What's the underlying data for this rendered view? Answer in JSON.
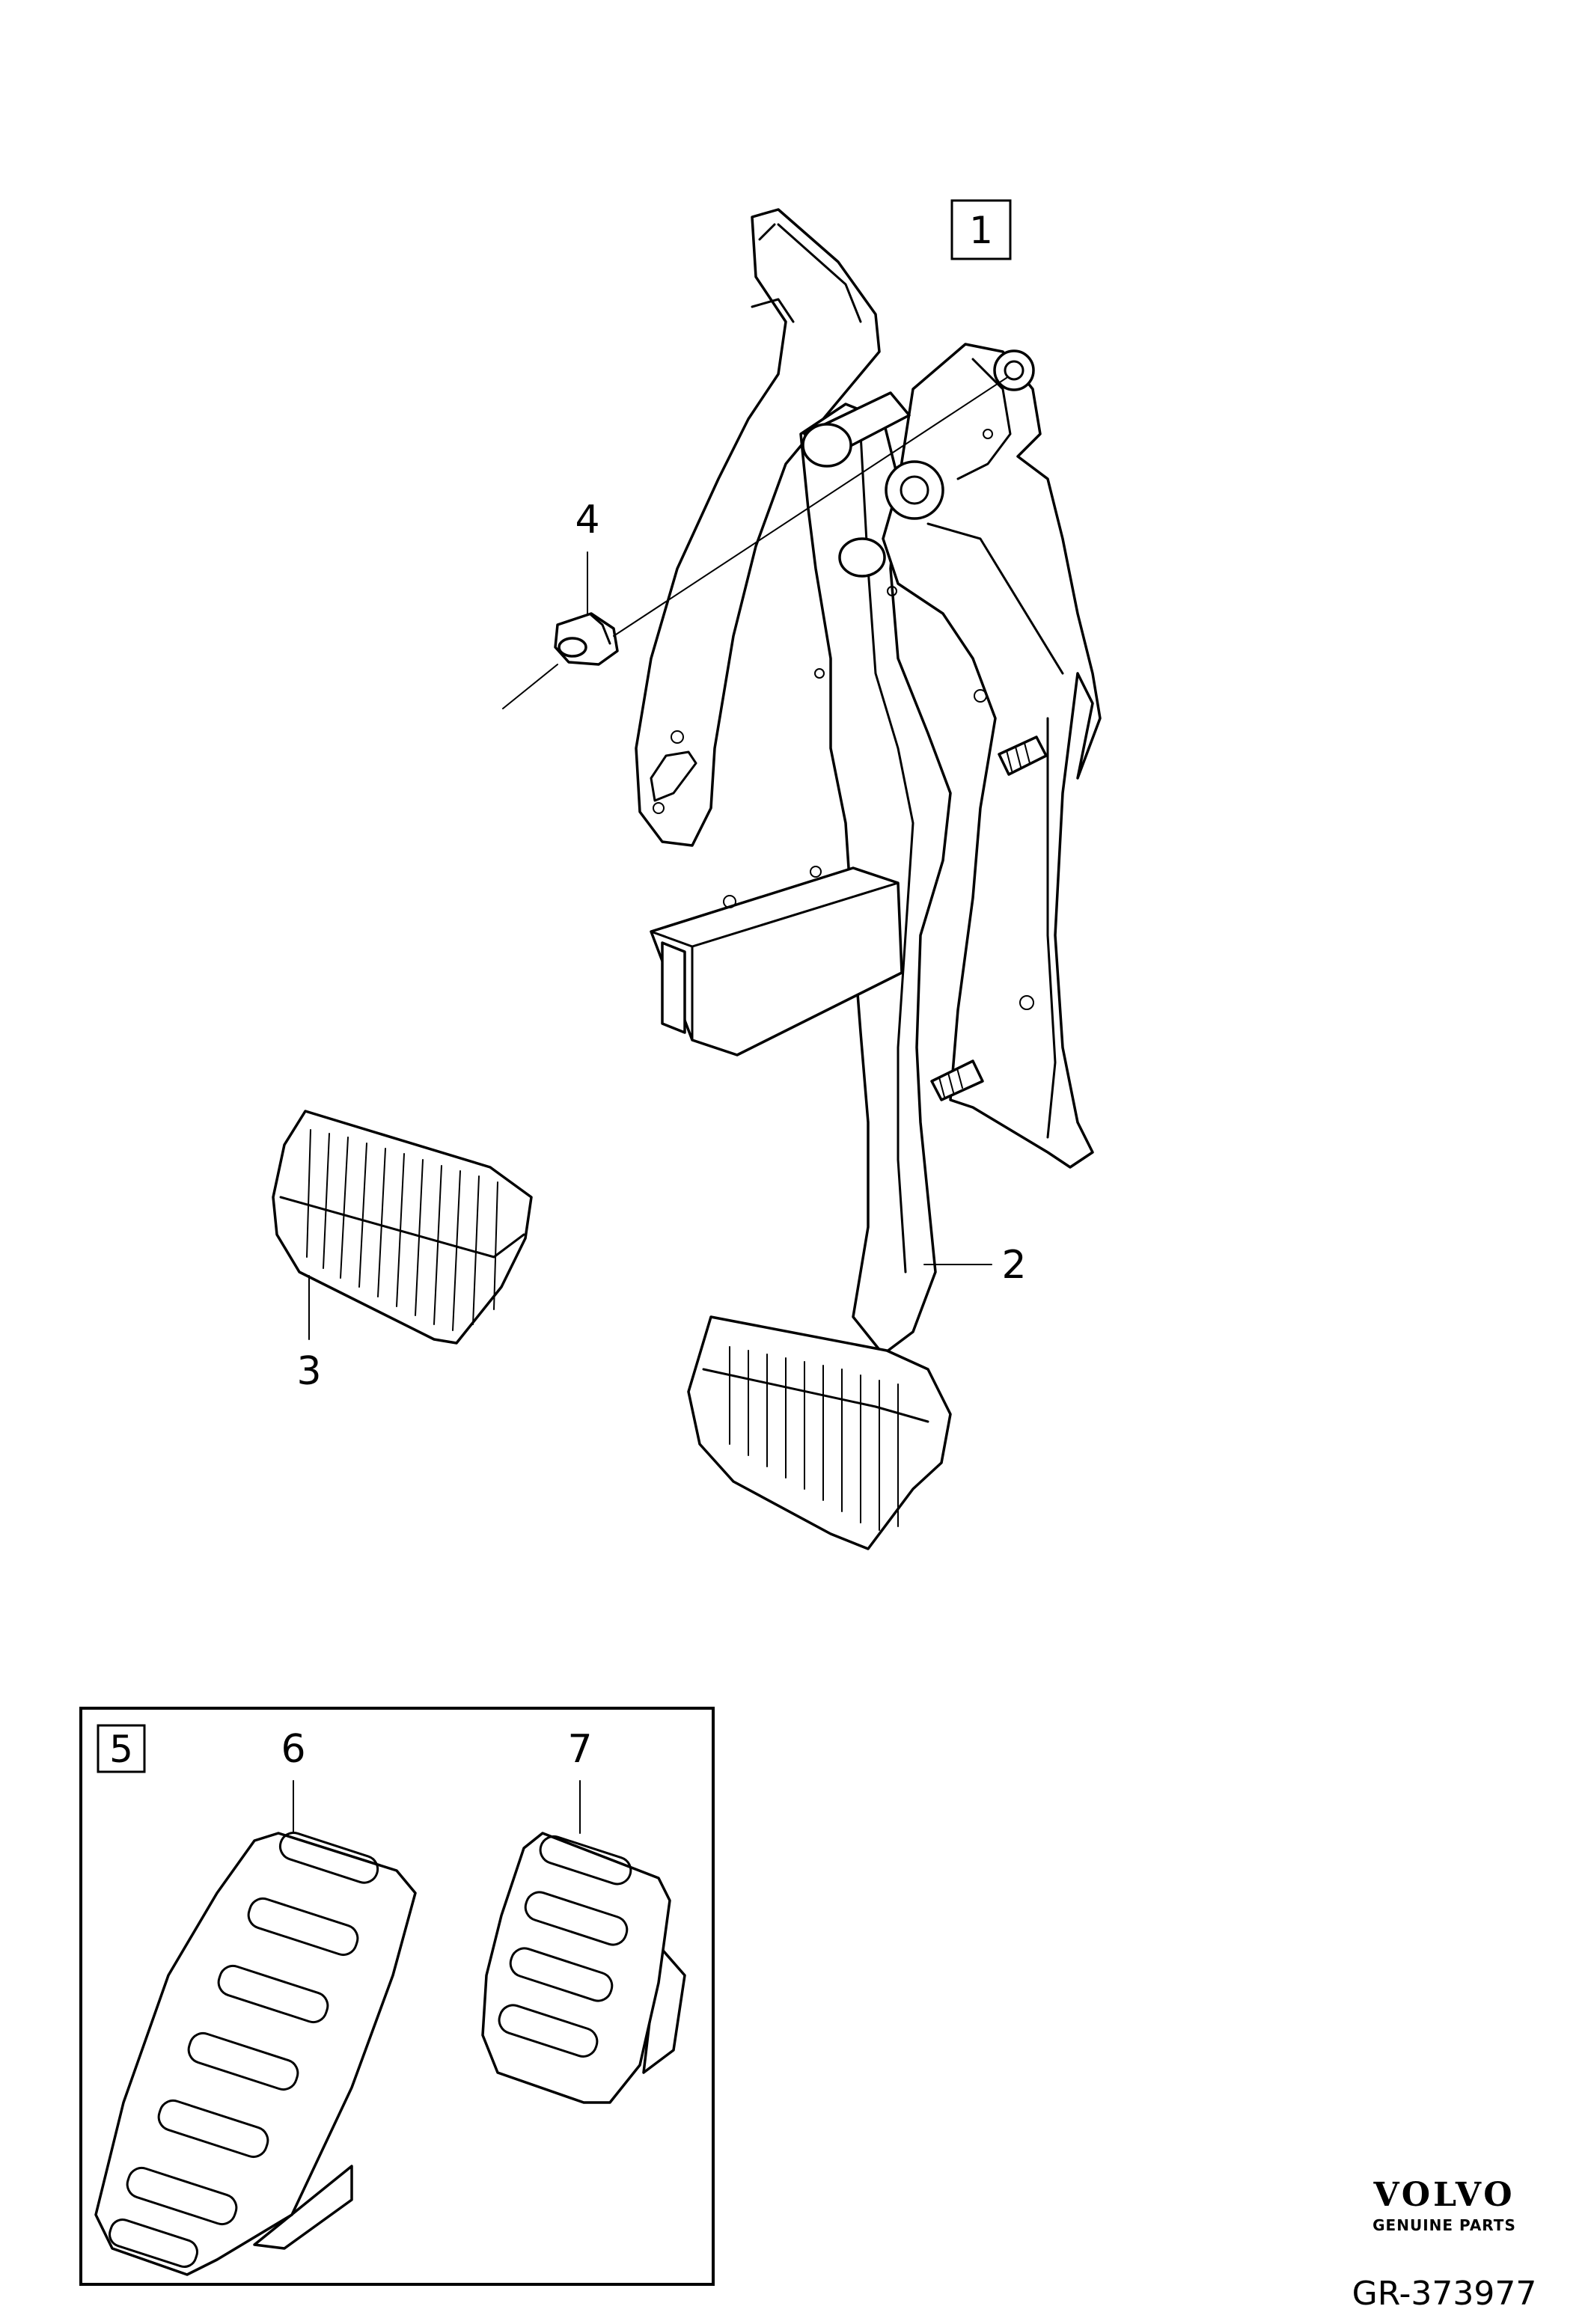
{
  "diagram": {
    "callouts": {
      "c1": "1",
      "c2": "2",
      "c3": "3",
      "c4": "4",
      "c5": "5",
      "c6": "6",
      "c7": "7"
    }
  },
  "footer": {
    "brand_name": "VOLVO",
    "brand_sub": "GENUINE PARTS",
    "reference": "GR-373977"
  }
}
